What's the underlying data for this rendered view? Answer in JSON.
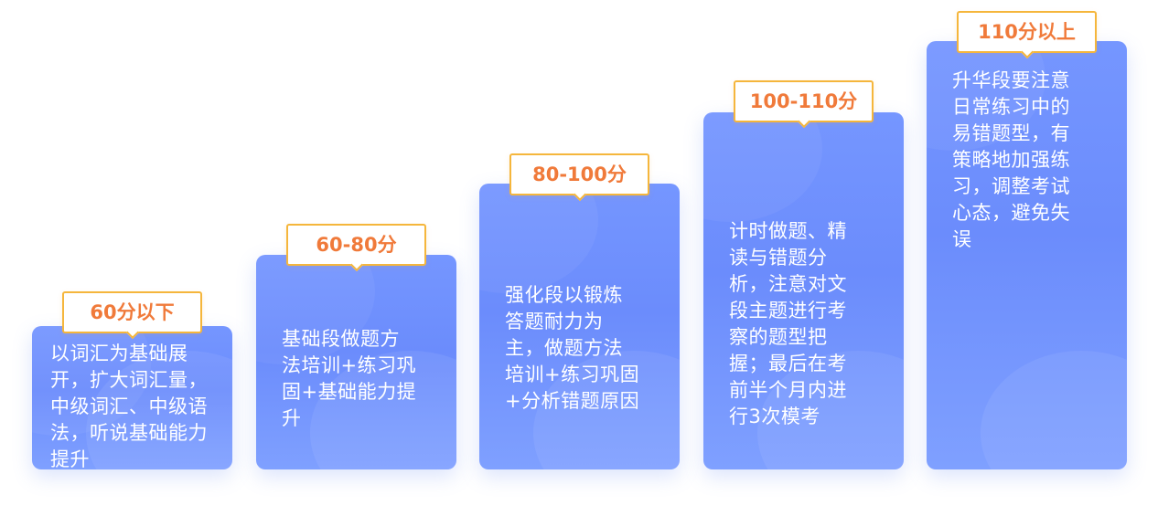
{
  "steps": [
    {
      "badge": "60分以下",
      "text": "以词汇为基础展开，扩大词汇量，中级词汇、中级语法，听说基础能力提升"
    },
    {
      "badge": "60-80分",
      "text": "基础段做题方法培训+练习巩固+基础能力提升"
    },
    {
      "badge": "80-100分",
      "text": "强化段以锻炼答题耐力为主，做题方法培训+练习巩固+分析错题原因"
    },
    {
      "badge": "100-110分",
      "text": "计时做题、精读与错题分析，注意对文段主题进行考察的题型把握；最后在考前半个月内进行3次模考"
    },
    {
      "badge": "110分以上",
      "text": "升华段要注意日常练习中的易错题型，有策略地加强练习，调整考试心态，避免失误"
    }
  ],
  "colors": {
    "card": "#7596ff",
    "badge_border": "#f5b63c",
    "badge_text": "#f07a3a"
  }
}
